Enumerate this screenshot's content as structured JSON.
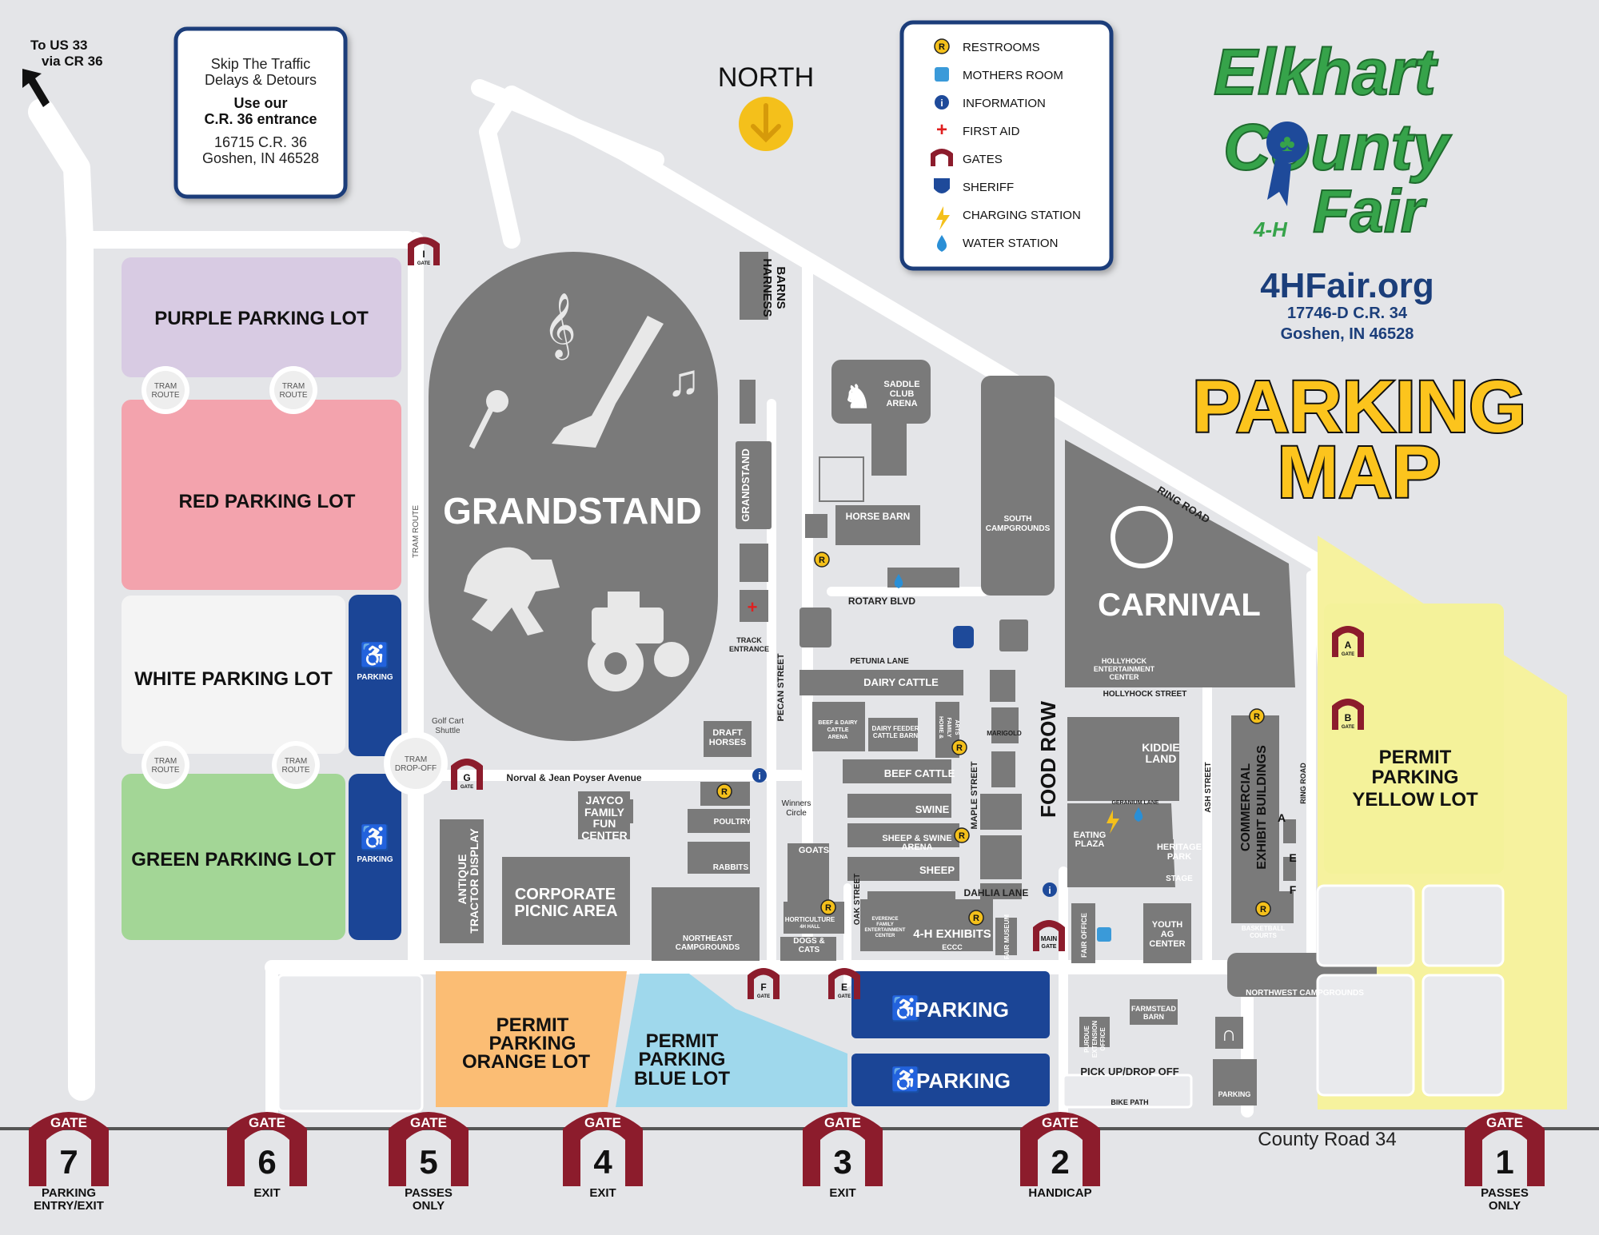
{
  "direction": {
    "line1": "To US 33",
    "line2": "via CR 36"
  },
  "skip_box": {
    "line1": "Skip The Traffic",
    "line2": "Delays & Detours",
    "line3": "Use our",
    "line4": "C.R. 36 entrance",
    "line5": "16715 C.R. 36",
    "line6": "Goshen, IN 46528"
  },
  "north": "NORTH",
  "legend": [
    {
      "label": "RESTROOMS",
      "icon": "restroom-icon",
      "color": "#f4c01b"
    },
    {
      "label": "MOTHERS ROOM",
      "icon": "mothers-room-icon",
      "color": "#3a9ad9"
    },
    {
      "label": "INFORMATION",
      "icon": "info-icon",
      "color": "#1e4a9a"
    },
    {
      "label": "FIRST AID",
      "icon": "first-aid-icon",
      "color": "#e02020"
    },
    {
      "label": "GATES",
      "icon": "gate-icon",
      "color": "#8c1c2c"
    },
    {
      "label": "SHERIFF",
      "icon": "sheriff-icon",
      "color": "#1e4a9a"
    },
    {
      "label": "CHARGING STATION",
      "icon": "charging-icon",
      "color": "#f4c01b"
    },
    {
      "label": "WATER STATION",
      "icon": "water-icon",
      "color": "#2a8fd6"
    }
  ],
  "logo": {
    "line1": "Elkhart",
    "line2": "County",
    "line3": "Fair",
    "badge": "4-H"
  },
  "website": {
    "url": "4HFair.org",
    "address1": "17746-D C.R. 34",
    "address2": "Goshen, IN 46528"
  },
  "title": {
    "line1": "PARKING",
    "line2": "MAP"
  },
  "lots": {
    "purple": "PURPLE PARKING LOT",
    "red": "RED PARKING LOT",
    "white": "WHITE PARKING LOT",
    "green": "GREEN PARKING LOT",
    "orange": [
      "PERMIT",
      "PARKING",
      "ORANGE LOT"
    ],
    "blue": [
      "PERMIT",
      "PARKING",
      "BLUE LOT"
    ],
    "yellow": [
      "PERMIT",
      "PARKING",
      "YELLOW LOT"
    ],
    "accessible": "PARKING",
    "accessible_big": "PARKING"
  },
  "tram": {
    "route1": "TRAM",
    "route2": "ROUTE",
    "dropoff1": "TRAM",
    "dropoff2": "DROP-OFF",
    "vertical": "TRAM ROUTE",
    "golf1": "Golf Cart",
    "golf2": "Shuttle"
  },
  "buildings": {
    "grandstand": "GRANDSTAND",
    "grandstand_small": "GRANDSTAND",
    "harness1": "HARNESS",
    "harness2": "BARNS",
    "saddle1": "SADDLE",
    "saddle2": "CLUB",
    "saddle3": "ARENA",
    "horse_barn": "HORSE BARN",
    "south_camp1": "SOUTH",
    "south_camp2": "CAMPGROUNDS",
    "carnival": "CARNIVAL",
    "hollyhock1": "HOLLYHOCK",
    "hollyhock2": "ENTERTAINMENT",
    "hollyhock3": "CENTER",
    "track1": "TRACK",
    "track2": "ENTRANCE",
    "dairy": "DAIRY CATTLE",
    "beef_dairy1": "BEEF & DAIRY",
    "beef_dairy2": "CATTLE",
    "beef_dairy3": "ARENA",
    "dairy_feeder1": "DAIRY FEEDER",
    "dairy_feeder2": "CATTLE BARN",
    "home_family1": "HOME &",
    "home_family2": "FAMILY",
    "home_family3": "ARTS",
    "marigold": "MARIGOLD",
    "draft1": "DRAFT",
    "draft2": "HORSES",
    "beef": "BEEF CATTLE",
    "swine": "SWINE",
    "sheep_swine1": "SHEEP & SWINE",
    "sheep_swine2": "ARENA",
    "sheep": "SHEEP",
    "poultry": "POULTRY",
    "rabbits": "RABBITS",
    "goats": "GOATS",
    "winners1": "Winners",
    "winners2": "Circle",
    "jayco1": "JAYCO",
    "jayco2": "FAMILY",
    "jayco3": "FUN",
    "jayco4": "CENTER",
    "antique1": "ANTIQUE",
    "antique2": "TRACTOR DISPLAY",
    "picnic1": "CORPORATE",
    "picnic2": "PICNIC AREA",
    "ne_camp1": "NORTHEAST",
    "ne_camp2": "CAMPGROUNDS",
    "horticulture1": "HORTICULTURE",
    "horticulture2": "4H HALL",
    "dogs1": "DOGS &",
    "dogs2": "CATS",
    "evenece1": "EVERENCE",
    "evenece2": "FAMILY",
    "evenece3": "ENTERTAINMENT",
    "evenece4": "CENTER",
    "exhibits": "4-H EXHIBITS",
    "eccc": "ECCC",
    "fair_museum": "FAIR MUSEUM",
    "fair_office": "FAIR OFFICE",
    "food_row": "FOOD ROW",
    "kiddie1": "KIDDIE",
    "kiddie2": "LAND",
    "eating1": "EATING",
    "eating2": "PLAZA",
    "heritage1": "HERITAGE",
    "heritage2": "PARK",
    "stage": "STAGE",
    "commercial1": "COMMERCIAL",
    "commercial2": "EXHIBIT BUILDINGS",
    "bldg_a": "A",
    "bldg_e": "E",
    "bldg_f": "F",
    "basketball1": "BASKETBALL",
    "basketball2": "COURTS",
    "youth1": "YOUTH",
    "youth2": "AG",
    "youth3": "CENTER",
    "nw_camp": "NORTHWEST CAMPGROUNDS",
    "purdue1": "PURDUE",
    "purdue2": "EXTENSION",
    "purdue3": "OFFICE",
    "farmstead1": "FARMSTEAD",
    "farmstead2": "BARN",
    "moto_parking": "PARKING"
  },
  "streets": {
    "rotary": "ROTARY BLVD",
    "petunia": "PETUNIA LANE",
    "hollyhock_st": "HOLLYHOCK STREET",
    "pecan": "PECAN STREET",
    "maple": "MAPLE STREET",
    "oak": "OAK STREET",
    "ash": "ASH STREET",
    "ring_road": "RING ROAD",
    "ring_road2": "RING ROAD",
    "norval": "Norval & Jean Poyser Avenue",
    "dahlia": "DAHLIA LANE",
    "geranium": "GERANIUM LANE",
    "pickup": "PICK UP/DROP OFF",
    "bike": "BIKE PATH",
    "county": "County Road 34"
  },
  "small_gates": [
    {
      "letter": "I",
      "word": "GATE"
    },
    {
      "letter": "G",
      "word": "GATE"
    },
    {
      "letter": "F",
      "word": "GATE"
    },
    {
      "letter": "E",
      "word": "GATE"
    },
    {
      "letter": "A",
      "word": "GATE"
    },
    {
      "letter": "B",
      "word": "GATE"
    },
    {
      "letter": "MAIN",
      "word": "GATE"
    }
  ],
  "big_gates": [
    {
      "word": "GATE",
      "number": "7",
      "label1": "PARKING",
      "label2": "ENTRY/EXIT"
    },
    {
      "word": "GATE",
      "number": "6",
      "label1": "EXIT",
      "label2": ""
    },
    {
      "word": "GATE",
      "number": "5",
      "label1": "PASSES",
      "label2": "ONLY"
    },
    {
      "word": "GATE",
      "number": "4",
      "label1": "EXIT",
      "label2": ""
    },
    {
      "word": "GATE",
      "number": "3",
      "label1": "EXIT",
      "label2": ""
    },
    {
      "word": "GATE",
      "number": "2",
      "label1": "HANDICAP",
      "label2": ""
    },
    {
      "word": "GATE",
      "number": "1",
      "label1": "PASSES",
      "label2": "ONLY"
    }
  ],
  "restroom_letter": "R",
  "colors": {
    "background": "#e4e5e8",
    "building": "#7a7a7a",
    "purple_lot": "#d8cbe3",
    "red_lot": "#f3a3ad",
    "white_lot": "#f4f4f4",
    "green_lot": "#a3d696",
    "orange_lot": "#fbbd74",
    "blue_lot": "#9fd8ec",
    "yellow_lot": "#f6f29e",
    "accessible": "#1b4596",
    "gate": "#8c1c2c",
    "restroom": "#f4c01b",
    "logo_green": "#36a34a",
    "title_yellow": "#fcc41d",
    "navy": "#1b3e7a"
  }
}
